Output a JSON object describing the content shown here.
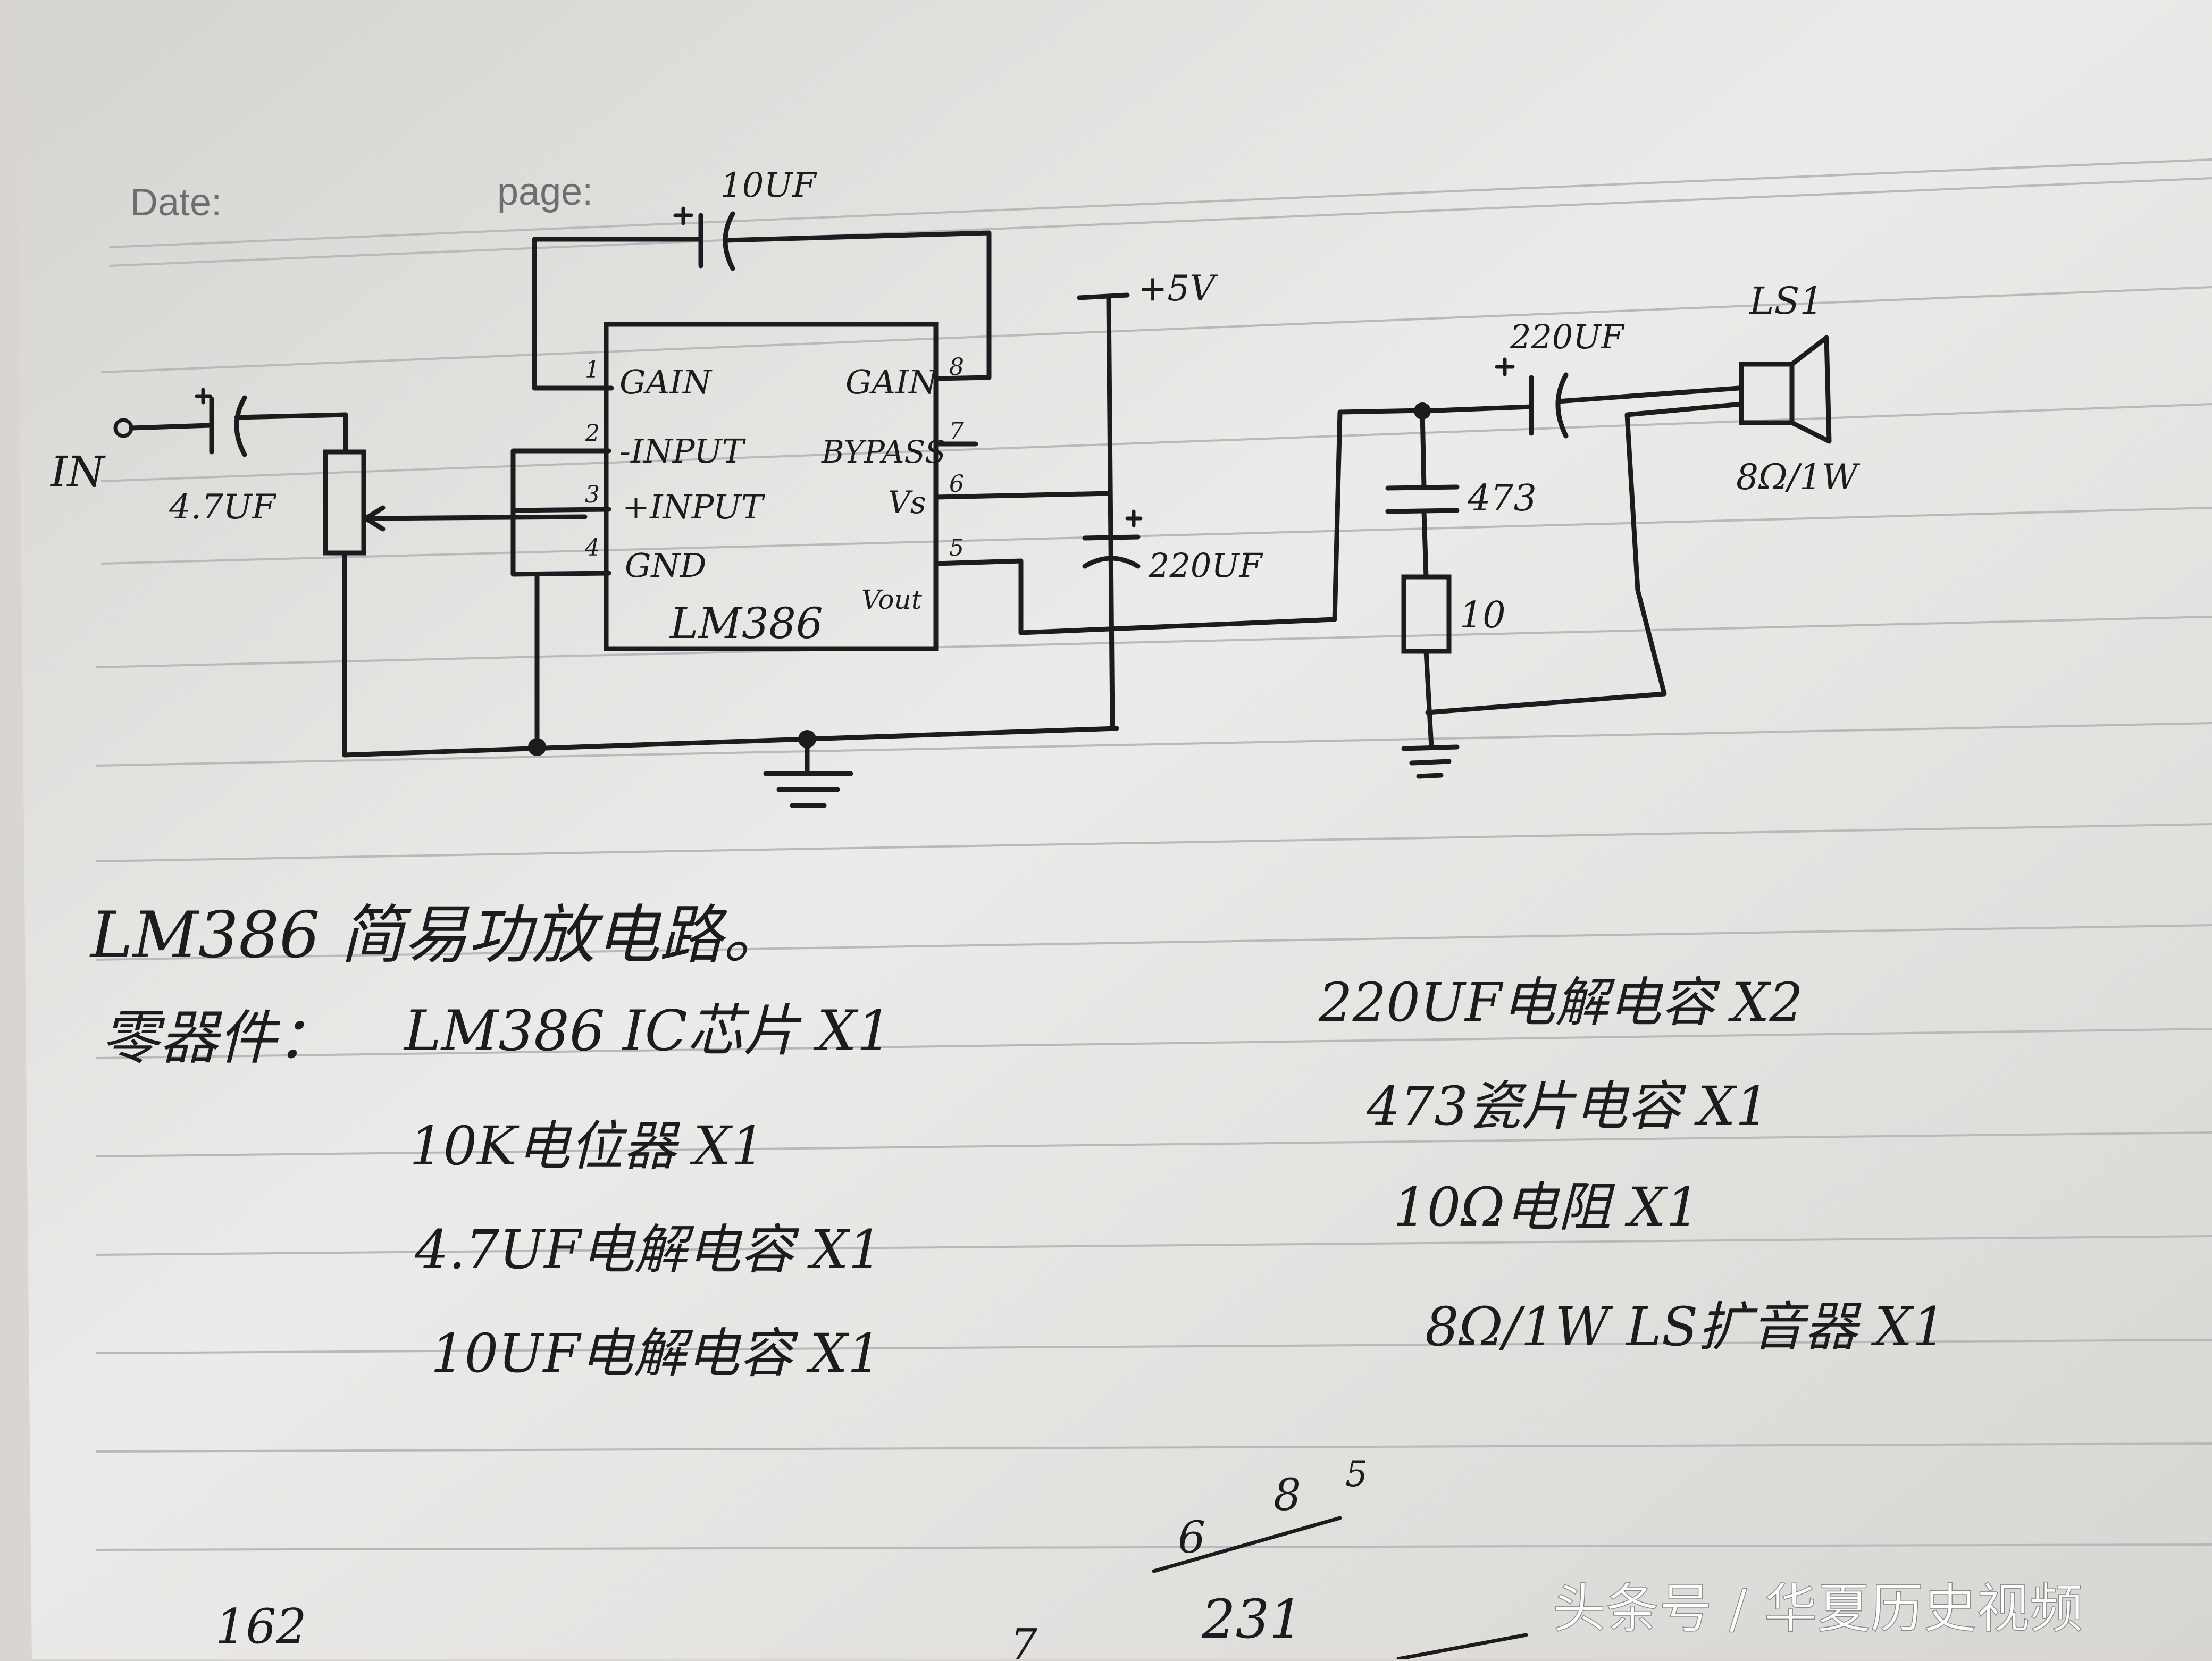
{
  "header": {
    "date_label": "Date:",
    "page_label": "page:"
  },
  "schematic": {
    "in_label": "IN",
    "c_in": "4.7UF",
    "c_gain": "10UF",
    "supply": "+5V",
    "c_supply": "220UF",
    "c_out": "220UF",
    "c_snubber": "473",
    "r_snubber": "10",
    "speaker_ref": "LS1",
    "speaker_rating": "8Ω/1W",
    "ic": {
      "name": "LM386",
      "pins": {
        "gain1": "GAIN",
        "gain8": "GAIN",
        "in_minus": "-INPUT",
        "in_plus": "+INPUT",
        "gnd": "GND",
        "bypass": "BYPASS",
        "vs": "Vs",
        "vout": "Vout"
      },
      "pin_numbers": {
        "p1": "1",
        "p2": "2",
        "p3": "3",
        "p4": "4",
        "p5": "5",
        "p6": "6",
        "p7": "7",
        "p8": "8"
      }
    }
  },
  "notes": {
    "title": "LM386 简易功放电路。",
    "parts_label": "零器件：",
    "left_parts": [
      "LM386 IC芯片  X1",
      "10K电位器  X1",
      "4.7UF电解电容  X1",
      "10UF电解电容  X1"
    ],
    "right_parts": [
      "220UF电解电容  X2",
      "473瓷片电容  X1",
      "10Ω电阻  X1",
      "8Ω/1W LS扩音器  X1"
    ]
  },
  "scribbles": {
    "s1": "6",
    "s2": "8",
    "s3": "5",
    "s4": "231",
    "s5": "162",
    "s6": "7"
  },
  "watermark": {
    "text": "头条号 / 华夏历史视频"
  }
}
